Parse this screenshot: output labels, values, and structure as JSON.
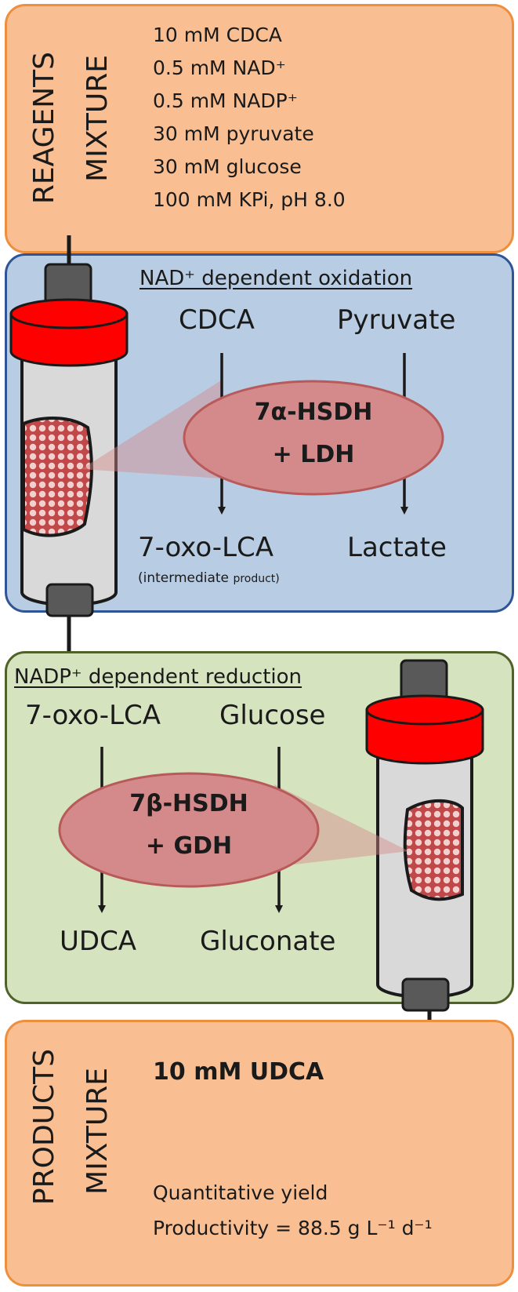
{
  "reagents": {
    "title_line1": "REAGENTS",
    "title_line2": "MIXTURE",
    "items": [
      "10 mM CDCA",
      "0.5 mM NAD⁺",
      "0.5 mM NADP⁺",
      "30 mM pyruvate",
      "30 mM glucose",
      "100 mM KPi, pH 8.0"
    ]
  },
  "oxidation": {
    "title": "NAD⁺ dependent oxidation",
    "substrate_left": "CDCA",
    "substrate_right": "Pyruvate",
    "enzyme_line1": "7α-HSDH",
    "enzyme_line2": "+ LDH",
    "product_left": "7-oxo-LCA",
    "product_left_note_a": "(intermediate",
    "product_left_note_b": "product)",
    "product_right": "Lactate"
  },
  "reduction": {
    "title": "NADP⁺ dependent reduction",
    "substrate_left": "7-oxo-LCA",
    "substrate_right": "Glucose",
    "enzyme_line1": "7β-HSDH",
    "enzyme_line2": "+ GDH",
    "product_left": "UDCA",
    "product_right": "Gluconate"
  },
  "products": {
    "title_line1": "PRODUCTS",
    "title_line2": "MIXTURE",
    "main": "10 mM UDCA",
    "yield": "Quantitative yield",
    "productivity": "Productivity = 88.5 g L⁻¹ d⁻¹"
  },
  "colors": {
    "orange_fill": "#f9bf92",
    "orange_border": "#ee8f3e",
    "blue_fill": "#b8cde4",
    "blue_border": "#2f5597",
    "green_fill": "#d6e3bf",
    "green_border": "#4f6228",
    "enzyme_fill": "#d48a8a",
    "enzyme_border": "#b85a5a",
    "column_cap": "#ff0000",
    "column_body": "#d9d9d9",
    "column_connector": "#595959"
  }
}
